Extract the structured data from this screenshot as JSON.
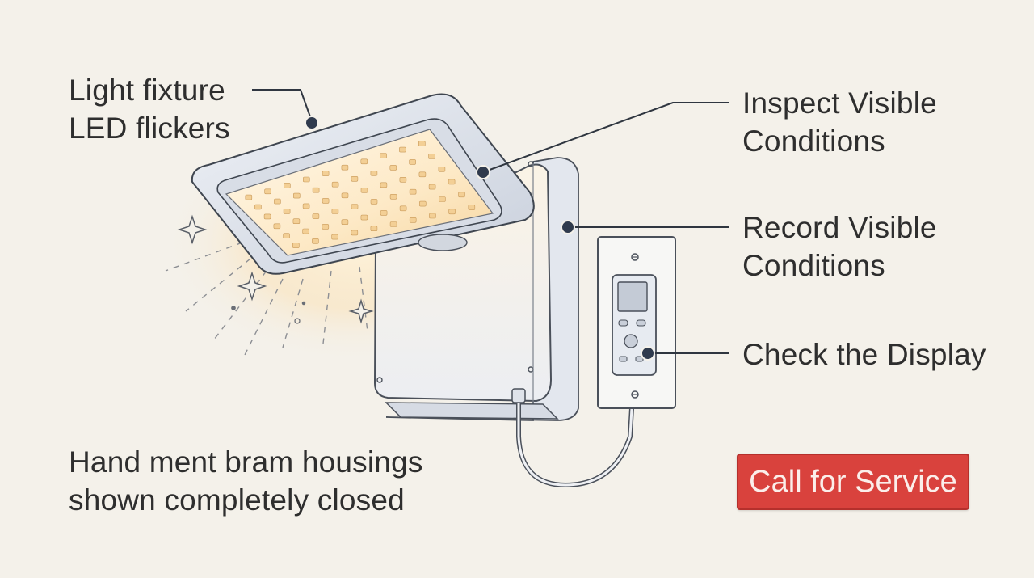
{
  "callouts": {
    "fixture": {
      "line1": "Light fixture",
      "line2": "LED flickers"
    },
    "inspect": {
      "line1": "Inspect Visible",
      "line2": "Conditions"
    },
    "record": {
      "line1": "Record Visible",
      "line2": "Conditions"
    },
    "display": {
      "line1": "Check the Display"
    },
    "housing": {
      "line1": "Hand ment bram housings",
      "line2": "shown completely closed"
    }
  },
  "action": {
    "label": "Call for Service"
  },
  "colors": {
    "background": "#f4f1ea",
    "button": "#d9423d",
    "leader": "#2f3640",
    "led_glow": "#f6c98a"
  },
  "icons": {
    "fixture": "led-floodlight-icon",
    "junction_box": "junction-box-icon",
    "controller": "wall-controller-icon"
  }
}
